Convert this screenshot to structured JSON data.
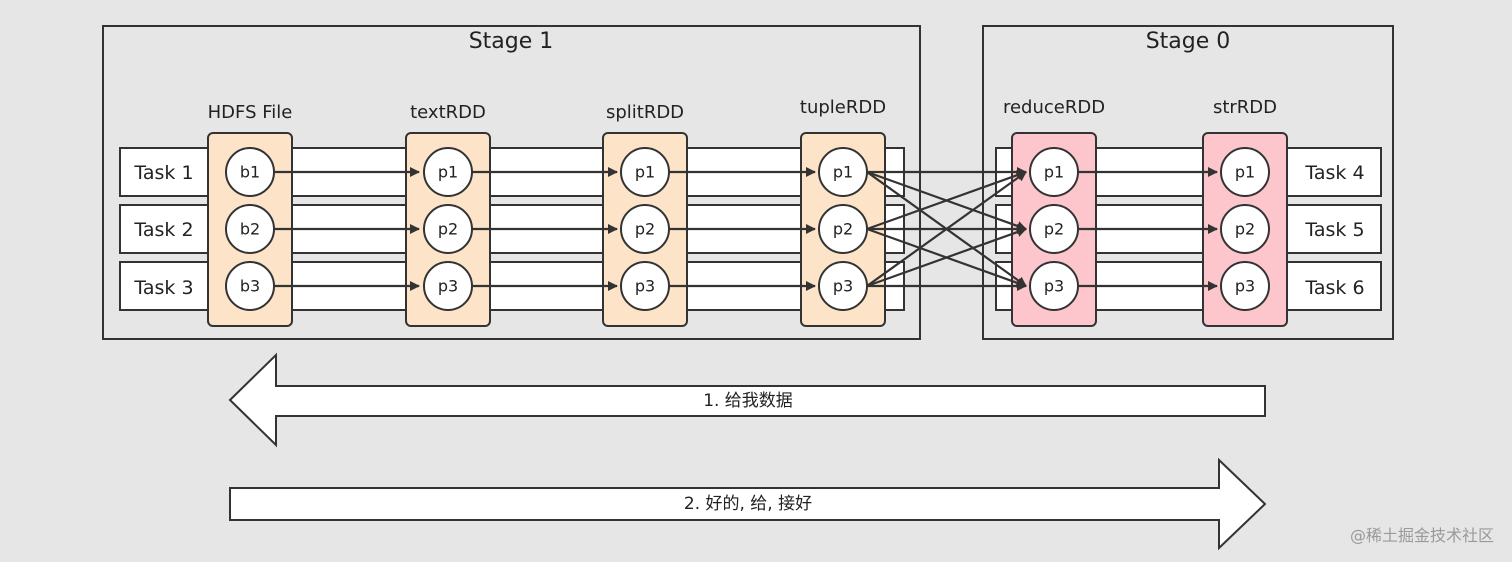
{
  "stages": [
    {
      "title": "Stage 1"
    },
    {
      "title": "Stage 0"
    }
  ],
  "columns": [
    {
      "label": "HDFS File",
      "color": "#fde4c9",
      "nodes": [
        "b1",
        "b2",
        "b3"
      ]
    },
    {
      "label": "textRDD",
      "color": "#fde4c9",
      "nodes": [
        "p1",
        "p2",
        "p3"
      ]
    },
    {
      "label": "splitRDD",
      "color": "#fde4c9",
      "nodes": [
        "p1",
        "p2",
        "p3"
      ]
    },
    {
      "label": "tupleRDD",
      "color": "#fde4c9",
      "nodes": [
        "p1",
        "p2",
        "p3"
      ]
    },
    {
      "label": "reduceRDD",
      "color": "#fcc6cc",
      "nodes": [
        "p1",
        "p2",
        "p3"
      ]
    },
    {
      "label": "strRDD",
      "color": "#fcc6cc",
      "nodes": [
        "p1",
        "p2",
        "p3"
      ]
    }
  ],
  "tasks_left": [
    "Task 1",
    "Task 2",
    "Task 3"
  ],
  "tasks_right": [
    "Task 4",
    "Task 5",
    "Task 6"
  ],
  "flow_arrows": [
    {
      "label": "1. 给我数据",
      "direction": "left"
    },
    {
      "label": "2. 好的, 给, 接好",
      "direction": "right"
    }
  ],
  "watermark": "@稀土掘金技术社区"
}
